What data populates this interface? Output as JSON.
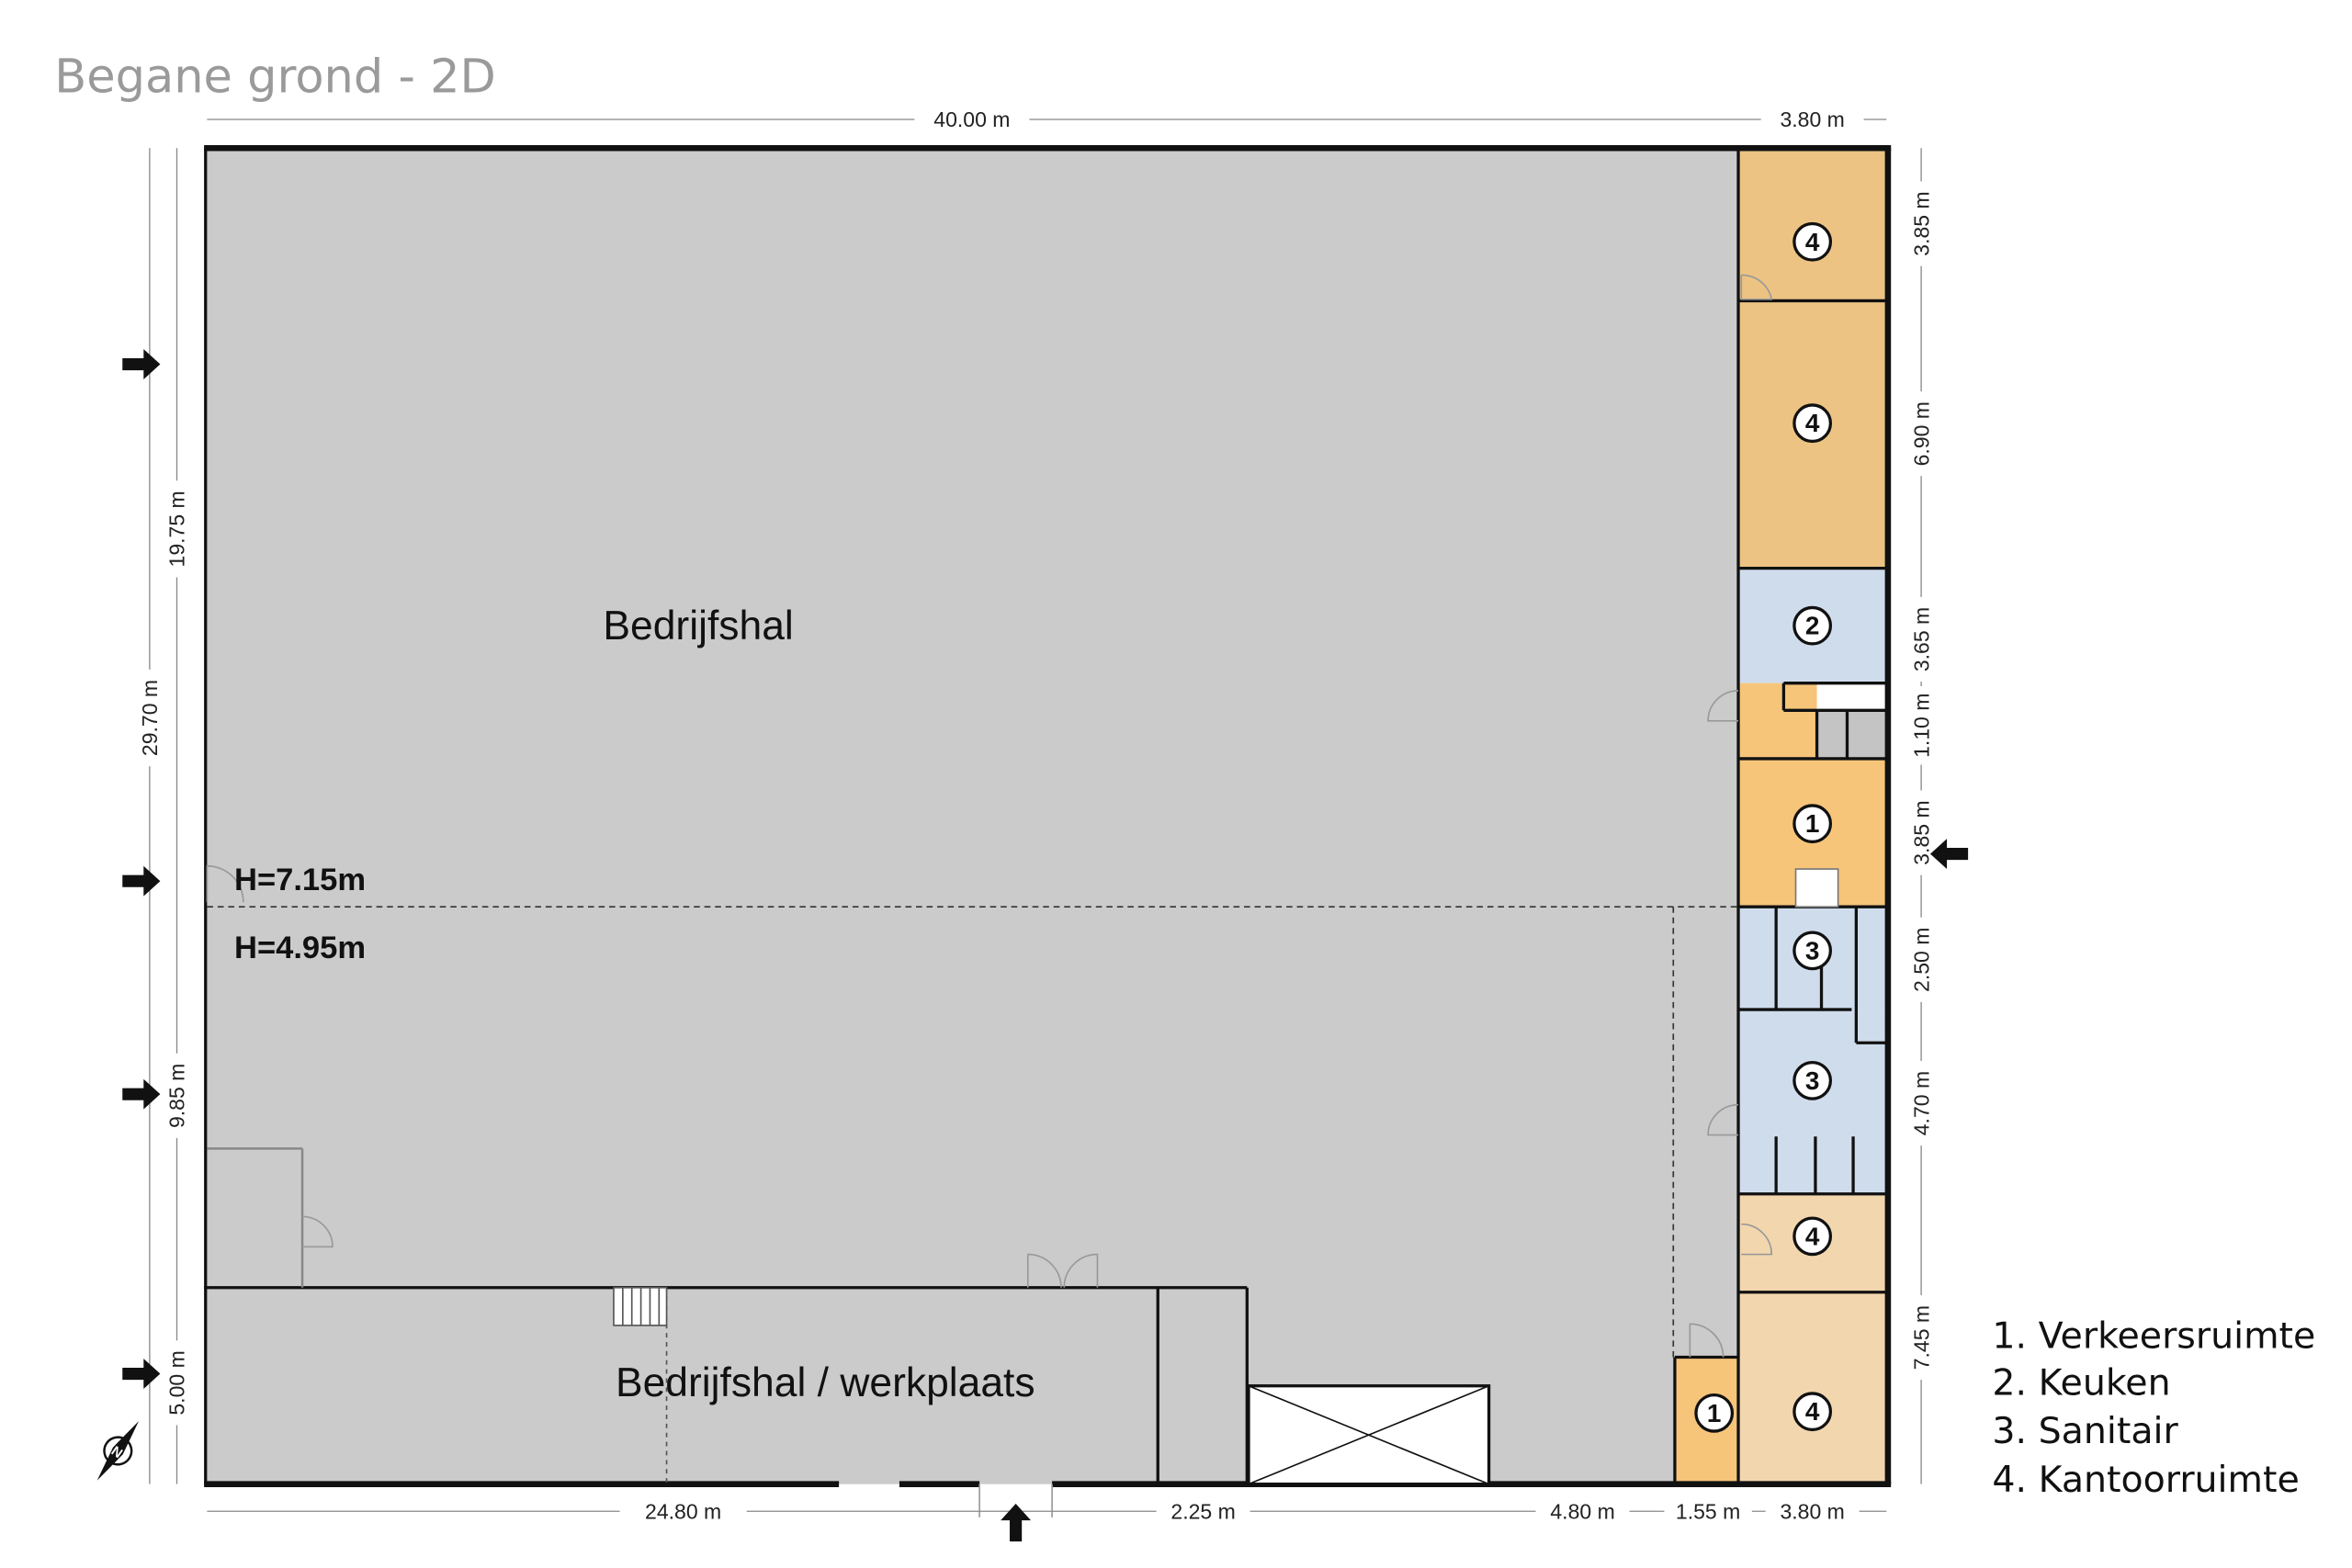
{
  "title": "Begane grond - 2D",
  "labels": {
    "main_hall": "Bedrijfshal",
    "workshop": "Bedrijfshal / werkplaats",
    "height_high": "H=7.15m",
    "height_low": "H=4.95m"
  },
  "dimensions": {
    "top": [
      "40.00 m",
      "3.80 m"
    ],
    "left": [
      "19.75 m",
      "29.70 m",
      "9.85 m",
      "5.00 m"
    ],
    "right": [
      "3.85 m",
      "6.90 m",
      "3.65 m",
      "1.10 m",
      "3.85 m",
      "2.50 m",
      "4.70 m",
      "7.45 m"
    ],
    "bottom": [
      "24.80 m",
      "2.25 m",
      "4.80 m",
      "1.55 m",
      "3.80 m"
    ]
  },
  "rooms": [
    {
      "number": "4",
      "type": "Kantoorruimte",
      "color": "#ecc383"
    },
    {
      "number": "4",
      "type": "Kantoorruimte",
      "color": "#ecc383"
    },
    {
      "number": "2",
      "type": "Keuken",
      "color": "#cfdcec"
    },
    {
      "number": "1",
      "type": "Verkeersruimte",
      "color": "#f6c57a"
    },
    {
      "number": "3",
      "type": "Sanitair",
      "color": "#cfdcec"
    },
    {
      "number": "3",
      "type": "Sanitair",
      "color": "#cfdcec"
    },
    {
      "number": "4",
      "type": "Kantoorruimte",
      "color": "#f2d6ae"
    },
    {
      "number": "4",
      "type": "Kantoorruimte",
      "color": "#f2d6ae"
    },
    {
      "number": "1",
      "type": "Verkeersruimte",
      "color": "#f6c57a"
    }
  ],
  "legend": [
    "1. Verkeersruimte",
    "2. Keuken",
    "3. Sanitair",
    "4. Kantoorruimte"
  ],
  "colors": {
    "hall": "#cbcbcb",
    "wall": "#111111"
  }
}
